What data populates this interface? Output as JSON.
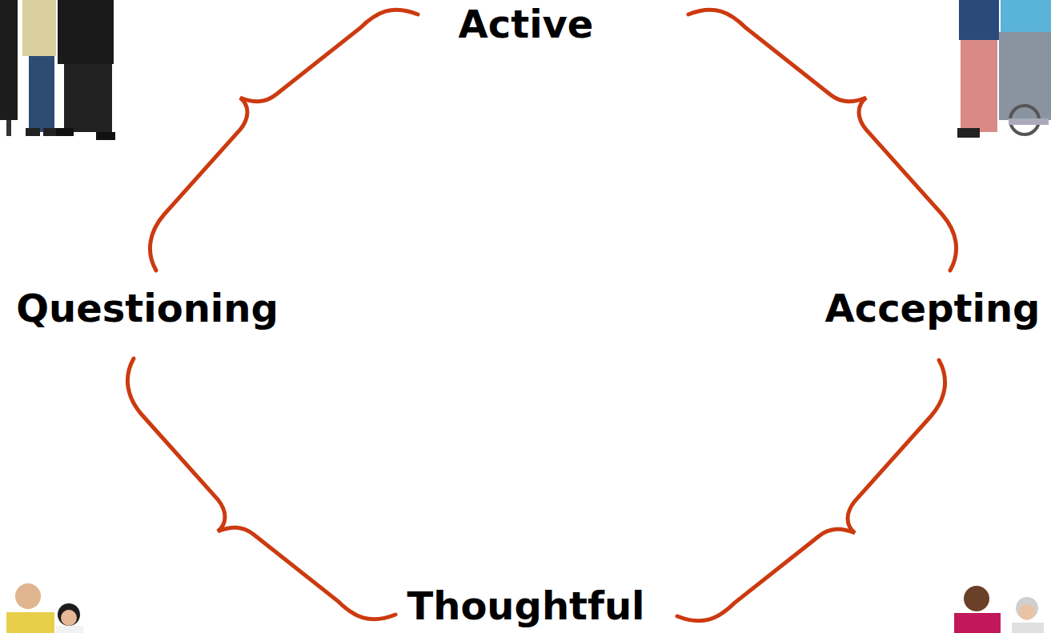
{
  "diagram": {
    "labels": [
      "Active",
      "Questioning",
      "Accepting",
      "Thoughtful"
    ]
  }
}
